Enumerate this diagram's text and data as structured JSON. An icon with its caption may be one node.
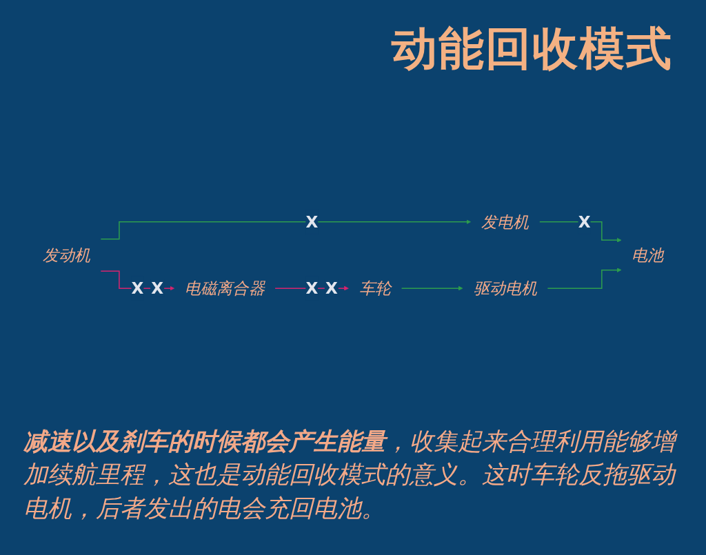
{
  "diagram": {
    "title": "动能回收模式",
    "nodes": [
      {
        "text": [
          "发动机"
        ]
      },
      {
        "text": [
          "电磁离合器"
        ]
      },
      {
        "text": [
          "发电机"
        ]
      },
      {
        "text": [
          "电池"
        ]
      },
      {
        "text": [
          "车轮"
        ]
      },
      {
        "text": [
          "驱动电机"
        ]
      }
    ],
    "edges": [
      {
        "from": 0,
        "to": 1,
        "arrow": "to",
        "label": "X",
        "color": "#d6246e"
      },
      {
        "from": 1,
        "to": 4,
        "arrow": "to",
        "label": "X",
        "color": "#d6246e"
      },
      {
        "from": 0,
        "to": 2,
        "arrow": "to",
        "label": "X"
      },
      {
        "from": 2,
        "to": 3,
        "arrow": "to",
        "label": "X"
      },
      {
        "from": 4,
        "to": 5,
        "arrow": "to"
      },
      {
        "from": 5,
        "to": 3,
        "arrow": "to"
      }
    ],
    "labels": [
      "X",
      "X"
    ],
    "caption": "**减速以及刹车的时候都会产生能量**，收集起来合理利用能够增加续航里程，这也是动能回收模式的意义。这时车轮反拖驱动电机，后者发出的电会充回电池。"
  }
}
